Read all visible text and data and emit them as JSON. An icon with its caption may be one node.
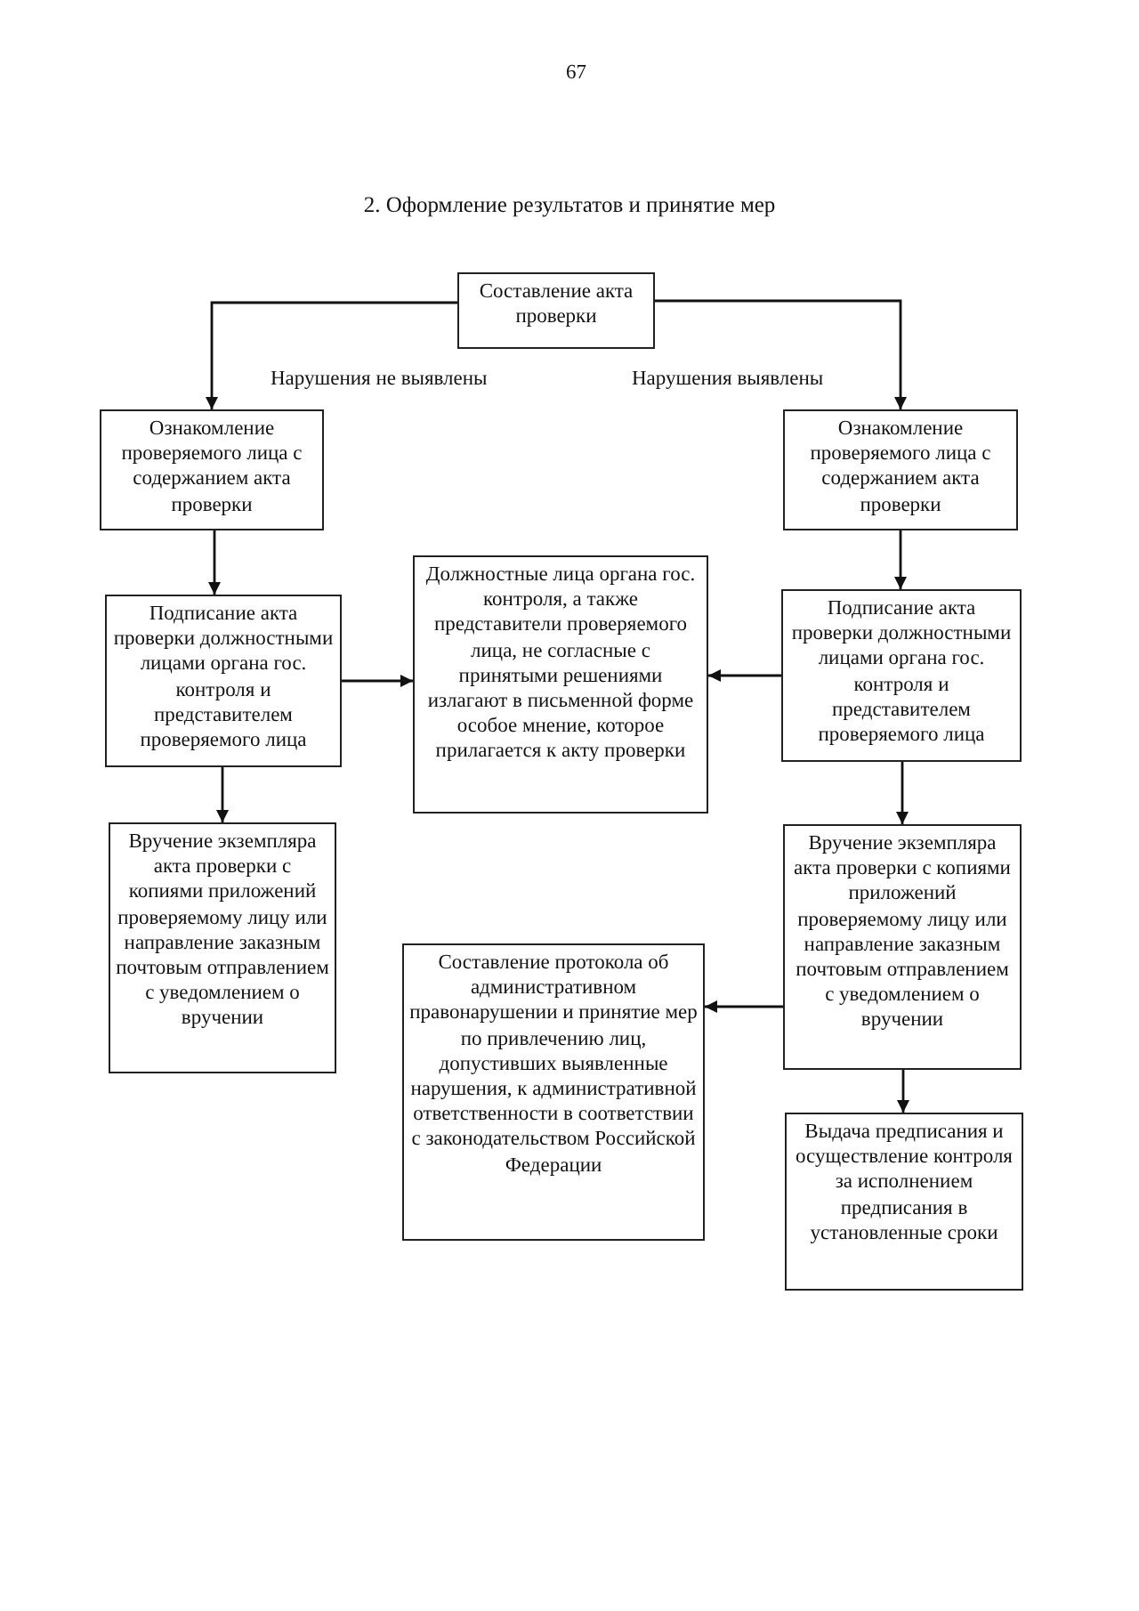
{
  "diagram": {
    "title": "2. Оформление результатов и принятие мер",
    "nodes": [
      {
        "text": [
          "Составление акта проверки"
        ]
      },
      {
        "text": [
          "Ознакомление проверяемого лица с содержанием акта проверки"
        ]
      },
      {
        "text": [
          "Ознакомление проверяемого лица с содержанием акта проверки"
        ]
      },
      {
        "text": [
          "Подписание акта проверки должностными лицами органа гос. контроля и представителем проверяемого лица"
        ]
      },
      {
        "text": [
          "Должностные лица органа гос. контроля, а также представители проверяемого лица, не согласные с принятыми решениями излагают в письменной форме особое мнение, которое прилагается к акту проверки"
        ]
      },
      {
        "text": [
          "Подписание акта проверки должностными лицами органа гос. контроля и представителем проверяемого лица"
        ]
      },
      {
        "text": [
          "Вручение экземпляра акта проверки с копиями приложений проверяемому лицу или направление заказным почтовым отправлением с уведомлением о вручении"
        ]
      },
      {
        "text": [
          "Составление протокола об административном правонарушении и принятие мер по привлечению лиц, допустивших выявленные нарушения, к административной ответственности в соответствии с законодательством Российской Федерации"
        ]
      },
      {
        "text": [
          "Вручение экземпляра акта проверки с копиями приложений проверяемому лицу или направление заказным почтовым отправлением с уведомлением о вручении"
        ]
      },
      {
        "text": [
          "Выдача предписания и осуществление контроля за исполнением предписания в установленные сроки"
        ]
      }
    ],
    "edges": [
      {
        "from": 0,
        "to": 1,
        "arrow": "to"
      },
      {
        "from": 0,
        "to": 2,
        "arrow": "to"
      },
      {
        "from": 1,
        "to": 3,
        "arrow": "to"
      },
      {
        "from": 2,
        "to": 5,
        "arrow": "to"
      },
      {
        "from": 3,
        "to": 4,
        "arrow": "to"
      },
      {
        "from": 5,
        "to": 4,
        "arrow": "to"
      },
      {
        "from": 3,
        "to": 6,
        "arrow": "to"
      },
      {
        "from": 5,
        "to": 8,
        "arrow": "to"
      },
      {
        "from": 8,
        "to": 7,
        "arrow": "to"
      },
      {
        "from": 8,
        "to": 9,
        "arrow": "to"
      }
    ],
    "labels": [
      "67",
      "Нарушения не выявлены",
      "Нарушения выявлены"
    ]
  }
}
